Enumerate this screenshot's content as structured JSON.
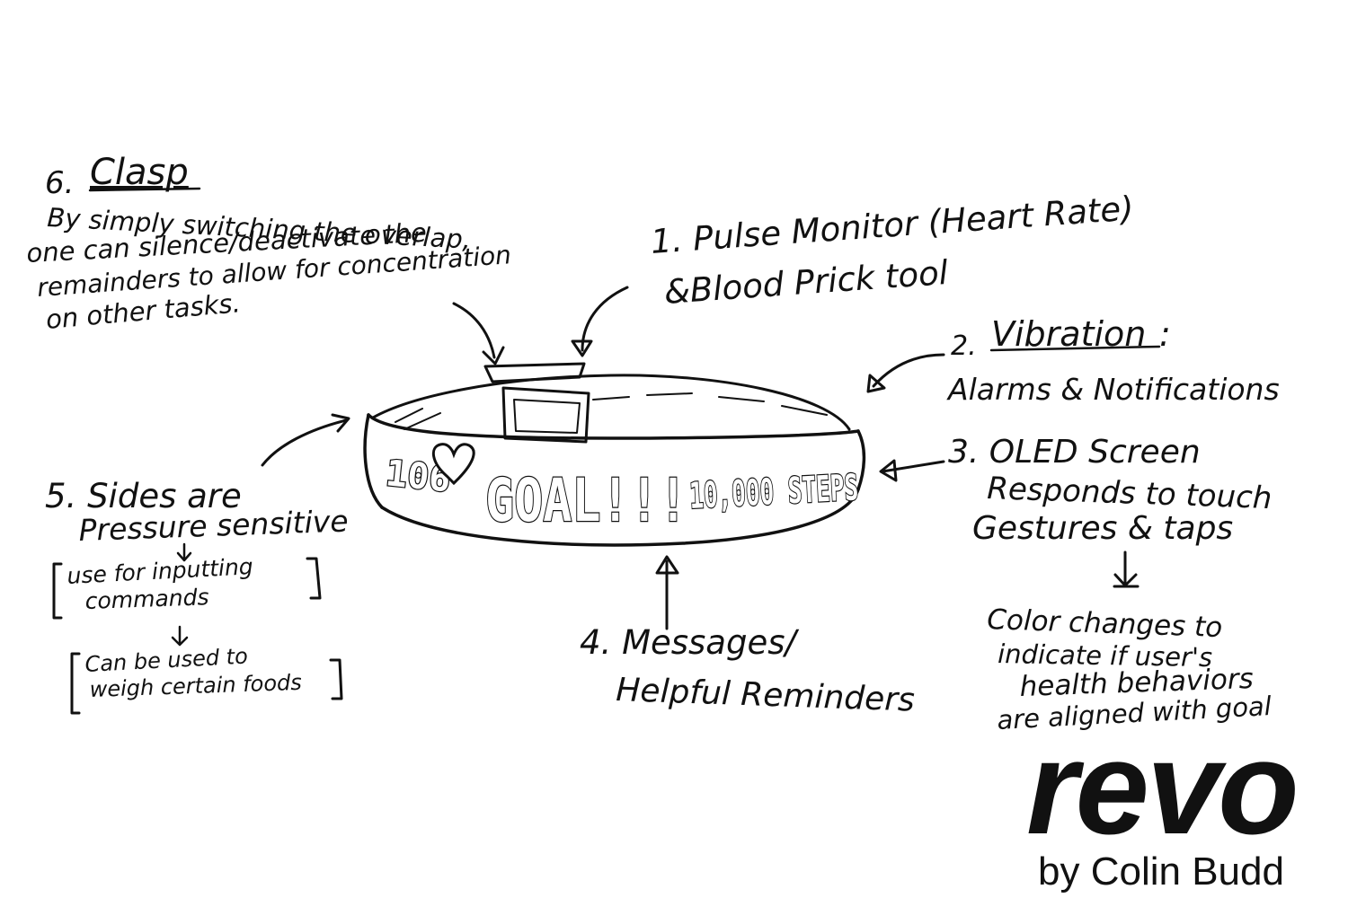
{
  "colors": {
    "ink": "#111111",
    "paper": "#ffffff"
  },
  "annotations": {
    "clasp": {
      "number": "6.",
      "title": "Clasp",
      "lines": [
        "By simply switching the overlap,",
        "one can silence/deactivate the",
        "remainders to allow for concentration",
        "on other tasks."
      ]
    },
    "pulse": {
      "lines": [
        "1. Pulse Monitor (Heart Rate)",
        "&Blood Prick tool"
      ]
    },
    "vibration": {
      "number": "2.",
      "title": "Vibration",
      "colon": ":",
      "line": "Alarms & Notifications"
    },
    "oled": {
      "lines": [
        "3. OLED Screen",
        "Responds to touch",
        "Gestures & taps"
      ],
      "sub_lines": [
        "Color changes to",
        "indicate if user's",
        "health behaviors",
        "are aligned with goal"
      ]
    },
    "messages": {
      "lines": [
        "4. Messages/",
        "Helpful Reminders"
      ]
    },
    "sides": {
      "lines": [
        "5. Sides are",
        "Pressure sensitive"
      ],
      "box1": [
        "use for inputting",
        "commands"
      ],
      "box2": [
        "Can be used to",
        "weigh certain foods"
      ]
    }
  },
  "band_screen": {
    "left": "106",
    "heart": "heart-icon",
    "center": "GOAL!!!",
    "right": "10,000 STEPS"
  },
  "brand": {
    "logo": "revo",
    "byline": "by Colin Budd"
  }
}
